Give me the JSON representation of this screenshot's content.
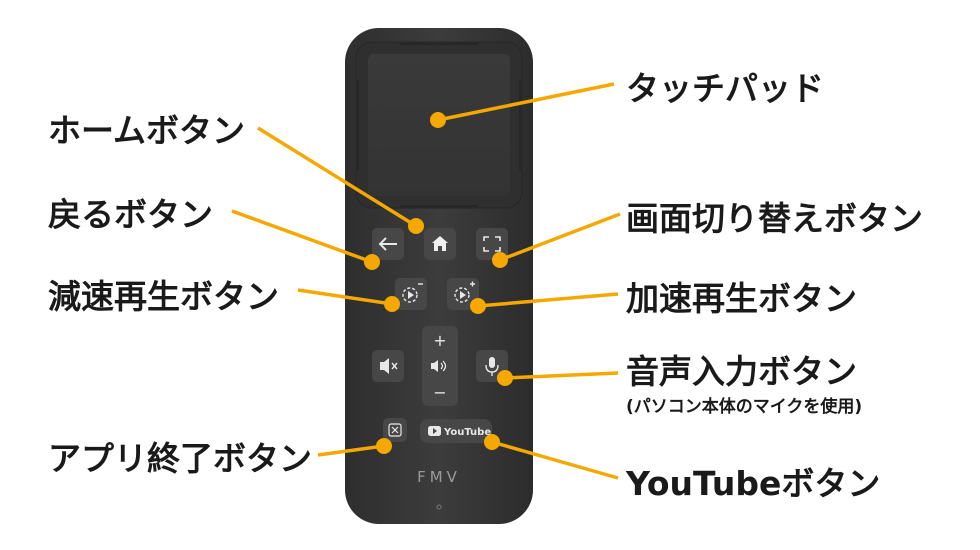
{
  "labels": {
    "touchpad": "タッチパッド",
    "home": "ホームボタン",
    "back": "戻るボタン",
    "screen_switch": "画面切り替えボタン",
    "slow_down": "減速再生ボタン",
    "speed_up": "加速再生ボタン",
    "voice_input": "音声入力ボタン",
    "voice_input_note": "(パソコン本体のマイクを使用)",
    "app_exit": "アプリ終了ボタン",
    "youtube": "YouTubeボタン"
  },
  "remote": {
    "brand": "FMV",
    "youtube_button_text": "YouTube",
    "volume_plus": "+",
    "volume_minus": "−"
  },
  "colors": {
    "callout": "#f5a800",
    "remote_body": "#3a3a3a",
    "button": "#4a4a4a",
    "label_text": "#1a1a1a"
  },
  "icons": {
    "back": "arrow-left-icon",
    "home": "home-icon",
    "screen_switch": "screen-switch-icon",
    "slow_down": "slow-play-icon",
    "speed_up": "fast-play-icon",
    "mute": "mute-icon",
    "volume": "volume-icon",
    "mic": "microphone-icon",
    "close": "close-icon",
    "youtube": "youtube-logo-icon"
  }
}
